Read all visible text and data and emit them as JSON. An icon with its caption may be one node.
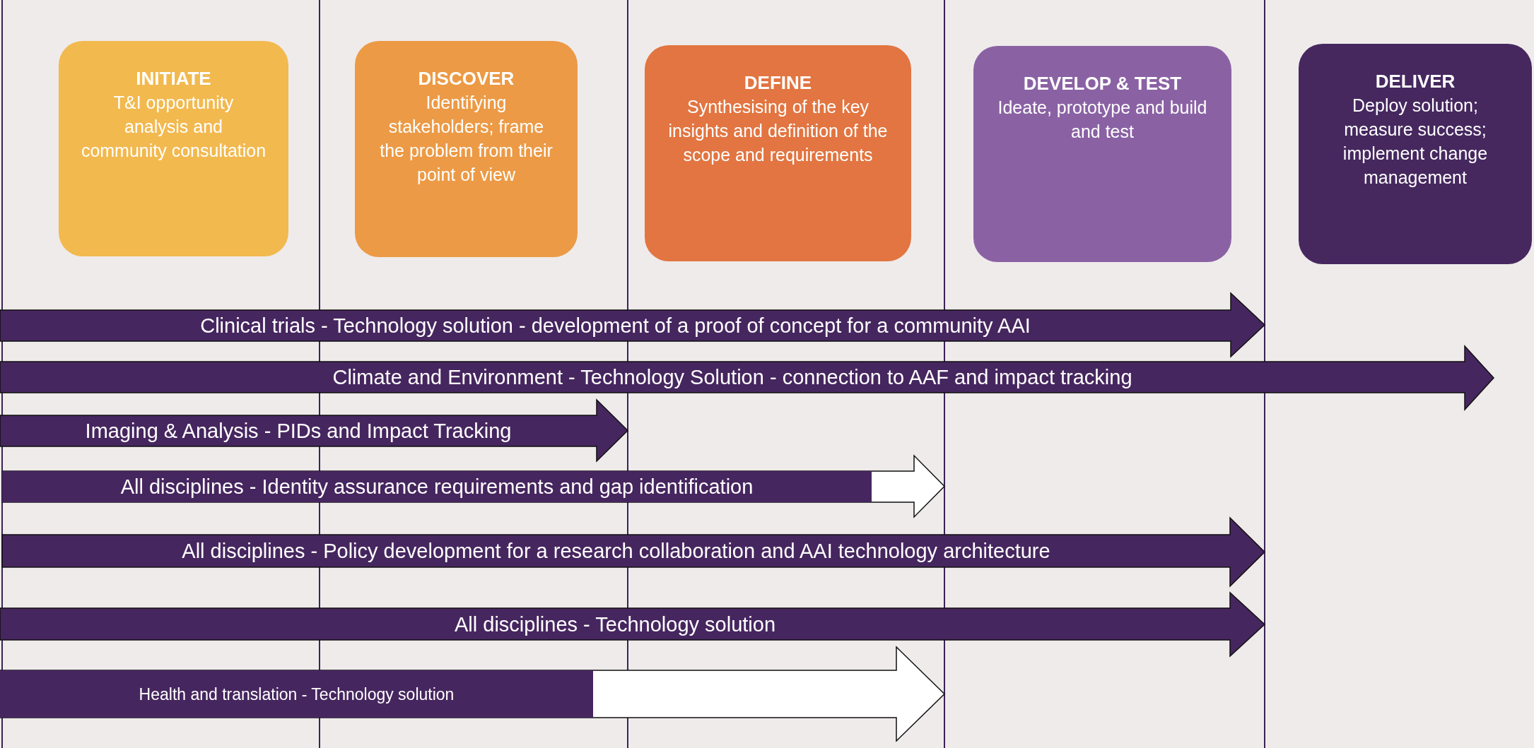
{
  "diagram": {
    "nodes": [
      {
        "text": [
          "INITIATE",
          "T&I opportunity analysis and community consultation"
        ]
      },
      {
        "text": [
          "DISCOVER",
          "Identifying stakeholders; frame the problem from their point of view"
        ]
      },
      {
        "text": [
          "DEFINE",
          "Synthesising of the key insights and definition of the scope and requirements"
        ]
      },
      {
        "text": [
          "DEVELOP & TEST",
          "Ideate, prototype and build and test"
        ]
      },
      {
        "text": [
          "DELIVER",
          "Deploy solution; measure success; implement change management"
        ]
      },
      {
        "text": [
          "Clinical trials - Technology solution - development of a proof of concept for a community AAI"
        ]
      },
      {
        "text": [
          "Climate and Environment - Technology Solution - connection to AAF and impact tracking"
        ]
      },
      {
        "text": [
          "Imaging & Analysis - PIDs and Impact Tracking"
        ]
      },
      {
        "text": [
          "All disciplines - Identity assurance requirements and gap identification"
        ]
      },
      {
        "text": [
          "All disciplines - Policy development for a research collaboration and AAI technology architecture"
        ]
      },
      {
        "text": [
          "All disciplines - Technology solution"
        ]
      },
      {
        "text": [
          "Health and translation - Technology solution"
        ]
      }
    ]
  }
}
